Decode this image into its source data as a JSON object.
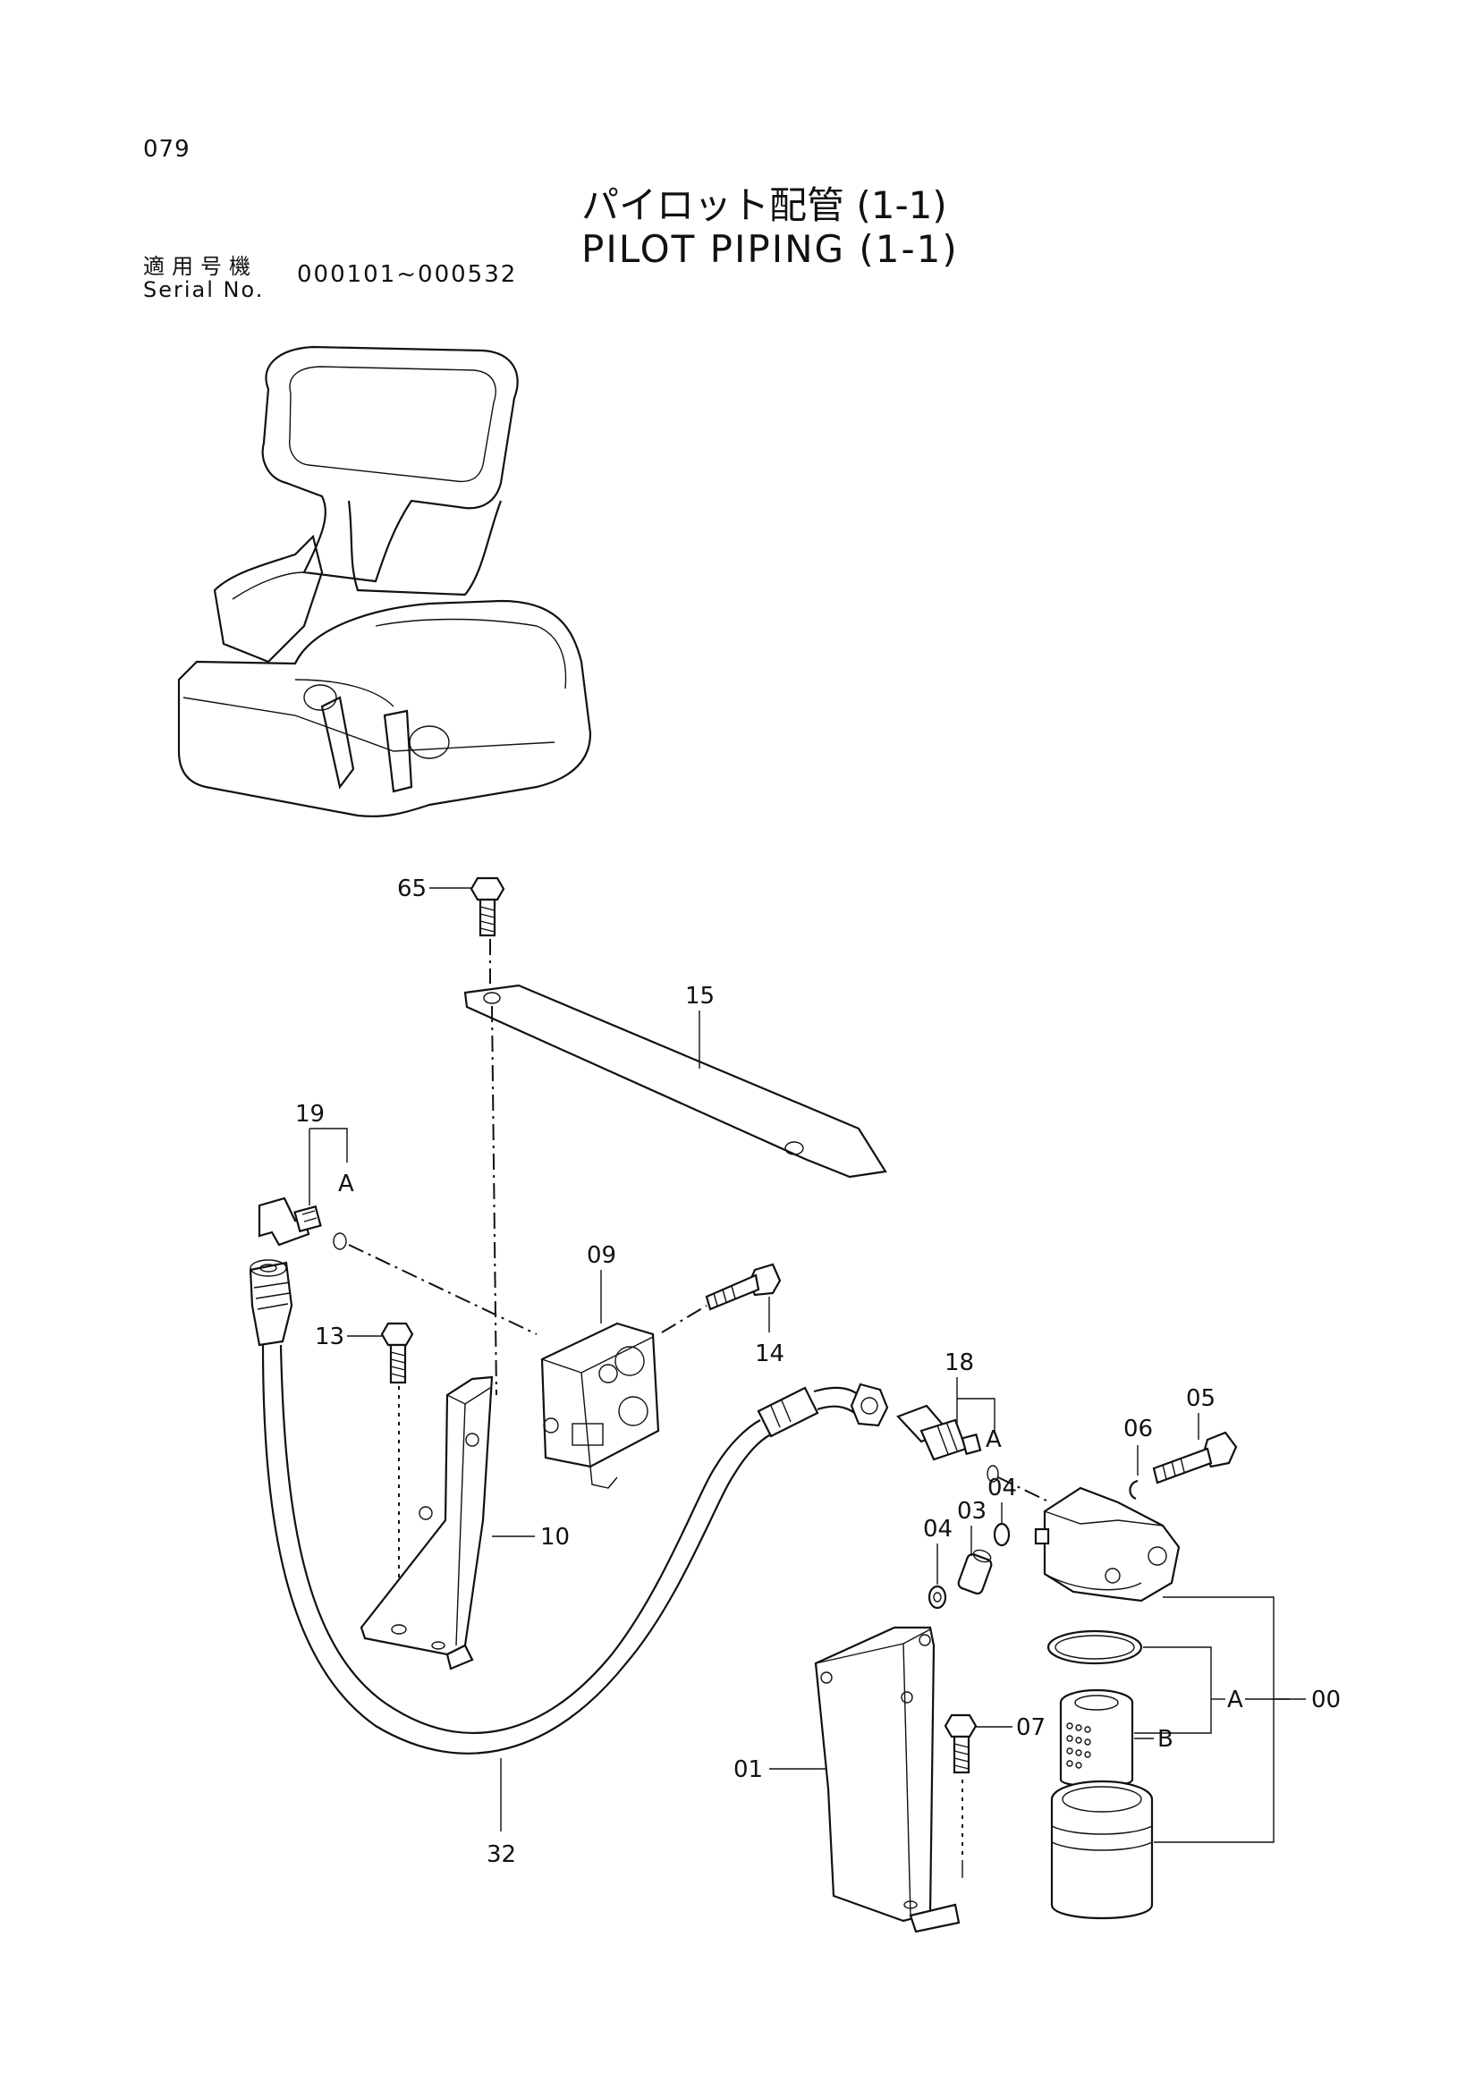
{
  "page_number": "079",
  "title_jp": "パイロット配管 (1-1)",
  "title_en": "PILOT PIPING (1-1)",
  "serial_label_jp": "適用号機",
  "serial_label_en": "Serial No.",
  "serial_range": "000101~000532",
  "part_callouts": {
    "p65": "65",
    "p15": "15",
    "p19": "19",
    "a1": "A",
    "p09": "09",
    "p13": "13",
    "p14": "14",
    "p10": "10",
    "p18": "18",
    "a2": "A",
    "p06": "06",
    "p05": "05",
    "p04a": "04",
    "p03": "03",
    "p04b": "04",
    "p01": "01",
    "p07": "07",
    "p32": "32",
    "a3": "A",
    "b1": "B",
    "p00": "00"
  }
}
